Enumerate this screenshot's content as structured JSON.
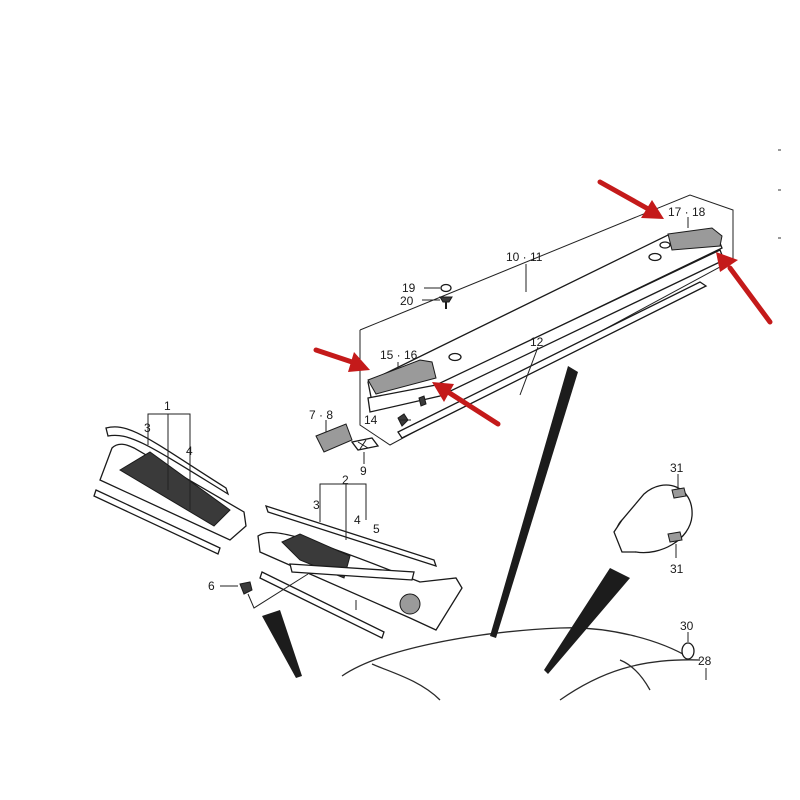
{
  "diagram": {
    "callouts": {
      "c1": "1",
      "c2": "2",
      "c3a": "3",
      "c4a": "4",
      "c3b": "3",
      "c4b": "4",
      "c5": "5",
      "c6": "6",
      "c78": "7 · 8",
      "c9": "9",
      "c1011": "10 · 11",
      "c12": "12",
      "c14": "14",
      "c1516": "15 · 16",
      "c1718": "17 · 18",
      "c19": "19",
      "c20": "20",
      "c28": "28",
      "c30": "30",
      "c31a": "31",
      "c31b": "31"
    },
    "highlight_color": "#c41a1a"
  }
}
